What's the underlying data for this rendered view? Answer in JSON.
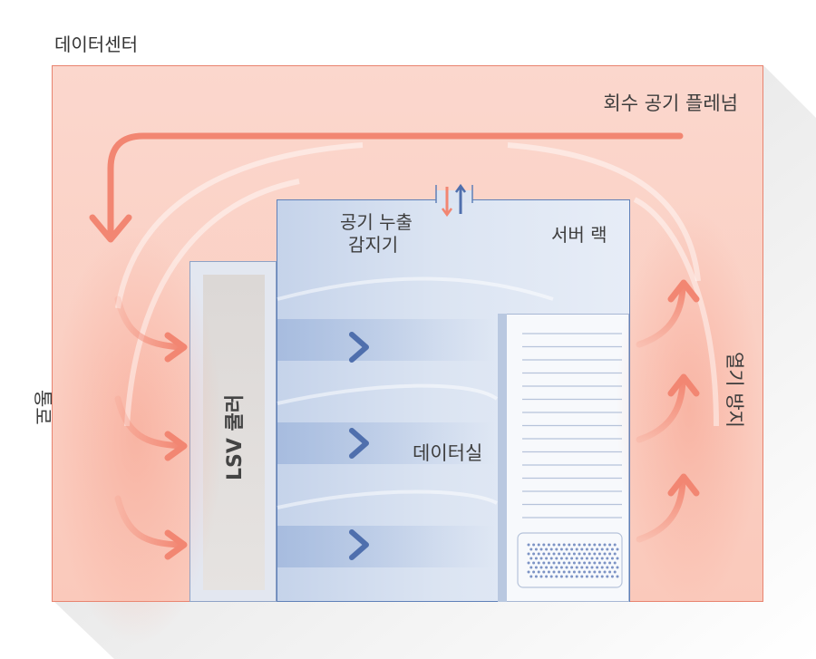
{
  "title": "데이터센터",
  "labels": {
    "return_plenum": "회수 공기 플레넘",
    "sensor_line1": "공기 누출",
    "sensor_line2": "감지기",
    "server_rack": "서버 랙",
    "aisle": "통로",
    "cooler": "LSV 쿨러",
    "data_room": "데이터실",
    "heat_prevention": "열기 방지"
  },
  "colors": {
    "warm_air": "#f28672",
    "cool_air": "#4f6fad",
    "room_fill": "#fbd2c6",
    "room_border": "#e8836f",
    "enclosure_border": "#5f80b8"
  },
  "icons": {
    "return_arrow": "curved-return-arrow-icon",
    "warm_arrow": "curved-warm-arrow-icon",
    "cool_arrow": "cool-air-arrow-icon",
    "sensor": "airflow-sensor-icon"
  }
}
